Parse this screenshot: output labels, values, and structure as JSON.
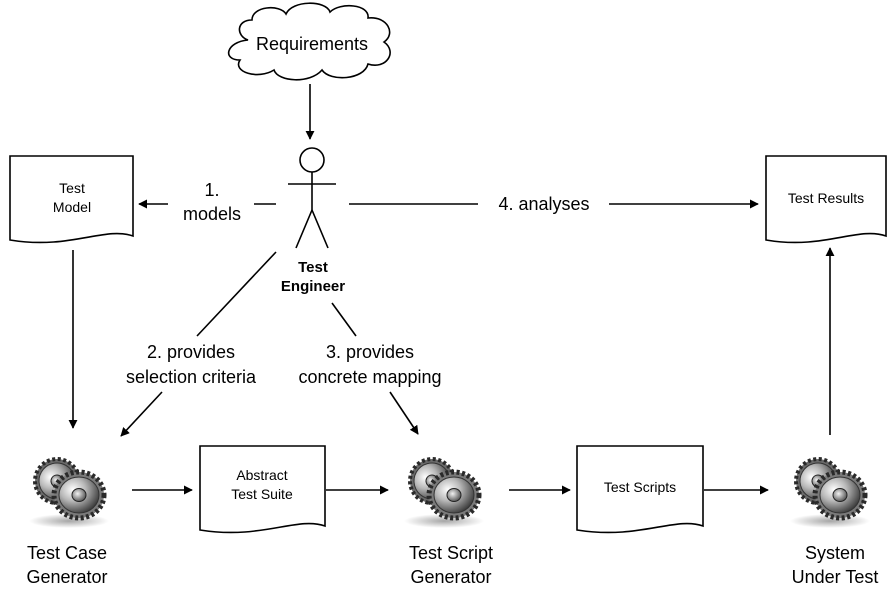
{
  "nodes": {
    "requirements": "Requirements",
    "test_model": [
      "Test",
      "Model"
    ],
    "test_results": "Test Results",
    "test_engineer": [
      "Test",
      "Engineer"
    ],
    "abstract_test_suite": [
      "Abstract",
      "Test Suite"
    ],
    "test_scripts": "Test Scripts",
    "test_case_generator": [
      "Test Case",
      "Generator"
    ],
    "test_script_generator": [
      "Test Script",
      "Generator"
    ],
    "system_under_test": [
      "System",
      "Under Test"
    ]
  },
  "edges": {
    "models": [
      "1.",
      "models"
    ],
    "selection": [
      "2. provides",
      "selection criteria"
    ],
    "mapping": [
      "3. provides",
      "concrete mapping"
    ],
    "analyses": "4. analyses"
  }
}
